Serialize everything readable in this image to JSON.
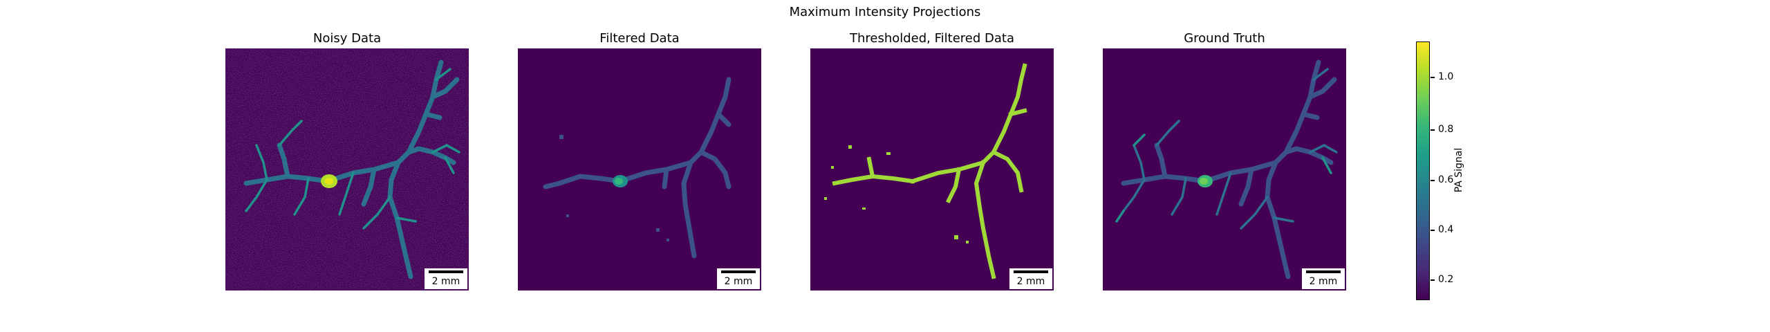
{
  "figure": {
    "title": "Maximum Intensity Projections"
  },
  "panels": [
    {
      "title": "Noisy Data",
      "image_desc": "noisy-neuron-mip",
      "scalebar": "2 mm"
    },
    {
      "title": "Filtered Data",
      "image_desc": "filtered-neuron-mip",
      "scalebar": "2 mm"
    },
    {
      "title": "Thresholded, Filtered Data",
      "image_desc": "thresholded-neuron-mip",
      "scalebar": "2 mm"
    },
    {
      "title": "Ground Truth",
      "image_desc": "ground-truth-neuron-mip",
      "scalebar": "2 mm"
    }
  ],
  "colorbar": {
    "label": "PA Signal",
    "colormap": "viridis",
    "range": [
      0.1,
      1.15
    ],
    "ticks": [
      "0.2",
      "0.4",
      "0.6",
      "0.8",
      "1.0"
    ]
  },
  "colors": {
    "background": "#440154",
    "branch_dark": "#3b528b",
    "branch_mid": "#2c728e",
    "branch_green": "#21918c",
    "soma": "#b5de2b",
    "threshold": "#a0da39"
  }
}
